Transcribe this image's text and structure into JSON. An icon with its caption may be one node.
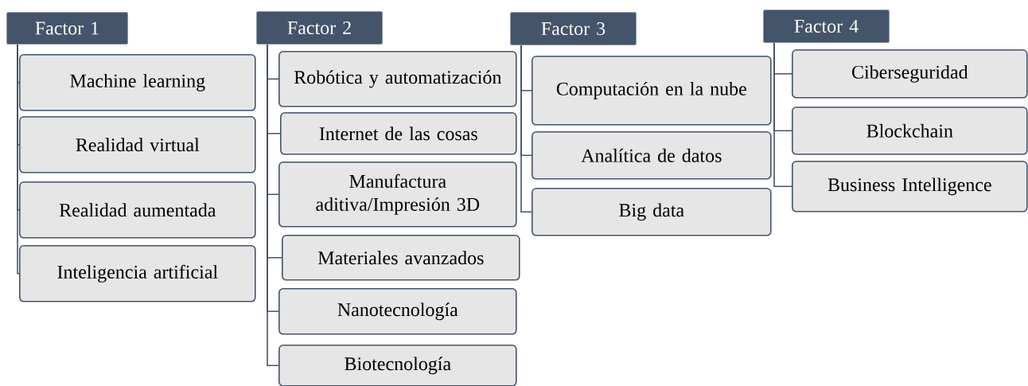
{
  "diagram": {
    "nodes": [
      {
        "text": [
          "Factor 1"
        ]
      },
      {
        "text": [
          "Machine learning"
        ]
      },
      {
        "text": [
          "Realidad virtual"
        ]
      },
      {
        "text": [
          "Realidad aumentada"
        ]
      },
      {
        "text": [
          "Inteligencia artificial"
        ]
      },
      {
        "text": [
          "Factor 2"
        ]
      },
      {
        "text": [
          "Robótica y automatización"
        ]
      },
      {
        "text": [
          "Internet de las cosas"
        ]
      },
      {
        "text": [
          "Manufactura aditiva/Impresión 3D"
        ]
      },
      {
        "text": [
          "Materiales avanzados"
        ]
      },
      {
        "text": [
          "Nanotecnología"
        ]
      },
      {
        "text": [
          "Biotecnología"
        ]
      },
      {
        "text": [
          "Factor 3"
        ]
      },
      {
        "text": [
          "Computación en la nube"
        ]
      },
      {
        "text": [
          "Analítica de datos"
        ]
      },
      {
        "text": [
          "Big data"
        ]
      },
      {
        "text": [
          "Factor 4"
        ]
      },
      {
        "text": [
          "Ciberseguridad"
        ]
      },
      {
        "text": [
          "Blockchain"
        ]
      },
      {
        "text": [
          "Business Intelligence"
        ]
      }
    ],
    "edges": [
      {
        "from": 0,
        "to": 1,
        "arrow": "none"
      },
      {
        "from": 0,
        "to": 2,
        "arrow": "none"
      },
      {
        "from": 0,
        "to": 3,
        "arrow": "none"
      },
      {
        "from": 0,
        "to": 4,
        "arrow": "none"
      },
      {
        "from": 5,
        "to": 6,
        "arrow": "none"
      },
      {
        "from": 5,
        "to": 7,
        "arrow": "none"
      },
      {
        "from": 5,
        "to": 8,
        "arrow": "none"
      },
      {
        "from": 5,
        "to": 9,
        "arrow": "none"
      },
      {
        "from": 5,
        "to": 10,
        "arrow": "none"
      },
      {
        "from": 5,
        "to": 11,
        "arrow": "none"
      },
      {
        "from": 12,
        "to": 13,
        "arrow": "none"
      },
      {
        "from": 12,
        "to": 14,
        "arrow": "none"
      },
      {
        "from": 12,
        "to": 15,
        "arrow": "none"
      },
      {
        "from": 16,
        "to": 17,
        "arrow": "none"
      },
      {
        "from": 16,
        "to": 18,
        "arrow": "none"
      },
      {
        "from": 16,
        "to": 19,
        "arrow": "none"
      }
    ]
  }
}
